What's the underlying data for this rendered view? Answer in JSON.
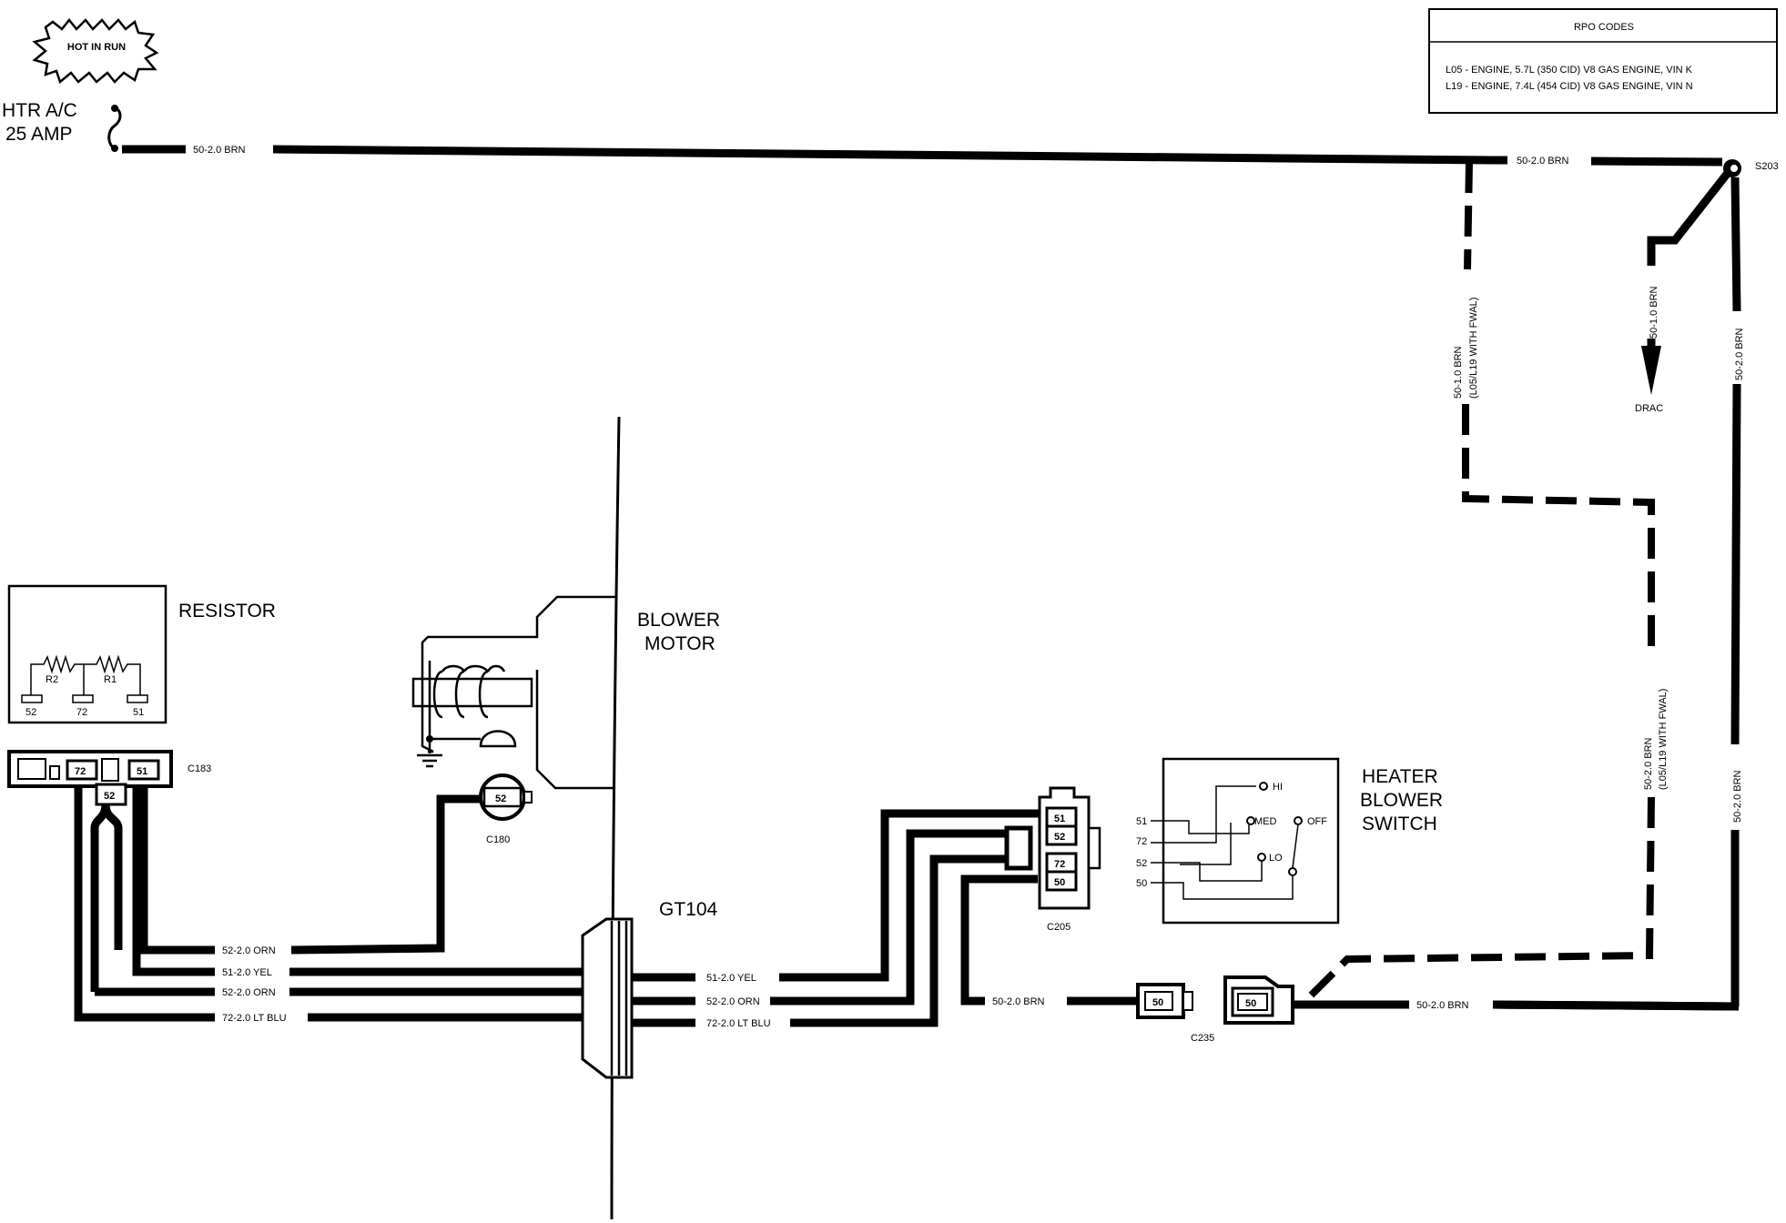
{
  "badge": {
    "text": "HOT IN RUN"
  },
  "fuse": {
    "line1": "HTR A/C",
    "line2": "25 AMP"
  },
  "rpo": {
    "title": "RPO CODES",
    "line1": "L05 - ENGINE, 5.7L (350 CID) V8 GAS ENGINE, VIN K",
    "line2": "L19 - ENGINE, 7.4L (454 CID) V8 GAS ENGINE, VIN N"
  },
  "components": {
    "resistor": "RESISTOR",
    "blower_motor_1": "BLOWER",
    "blower_motor_2": "MOTOR",
    "switch_1": "HEATER",
    "switch_2": "BLOWER",
    "switch_3": "SWITCH",
    "gt104": "GT104",
    "drac": "DRAC"
  },
  "connectors": {
    "s203": "S203",
    "c183": "C183",
    "c180": "C180",
    "c205": "C205",
    "c235": "C235"
  },
  "resistor_detail": {
    "r2": "R2",
    "r1": "R1",
    "p52": "52",
    "p72": "72",
    "p51": "51"
  },
  "pins": {
    "p72": "72",
    "p51": "51",
    "p52": "52",
    "p50": "50"
  },
  "switch_positions": {
    "hi": "HI",
    "med": "MED",
    "off": "OFF",
    "lo": "LO"
  },
  "switch_pins": {
    "p51": "51",
    "p72": "72",
    "p52": "52",
    "p50": "50"
  },
  "wires": {
    "top_main": "50-2.0 BRN",
    "top_right": "50-2.0 BRN",
    "drac_branch": "50-1.0 BRN",
    "right_vertical_top": "50-2.0 BRN",
    "right_vertical_bottom": "50-2.0 BRN",
    "dashed_top_1": "50-1.0 BRN",
    "dashed_top_2": "(L05/L19 WITH FWAL)",
    "dashed_mid_1": "50-2.0 BRN",
    "dashed_mid_2": "(L05/L19 WITH FWAL)",
    "left_52_orn_a": "52-2.0 ORN",
    "left_51_yel": "51-2.0 YEL",
    "left_52_orn_b": "52-2.0 ORN",
    "left_72_ltblu": "72-2.0 LT BLU",
    "right_51_yel": "51-2.0 YEL",
    "right_52_orn": "52-2.0 ORN",
    "right_72_ltblu": "72-2.0 LT BLU",
    "c205_50_brn": "50-2.0 BRN",
    "bottom_50_brn": "50-2.0 BRN"
  }
}
